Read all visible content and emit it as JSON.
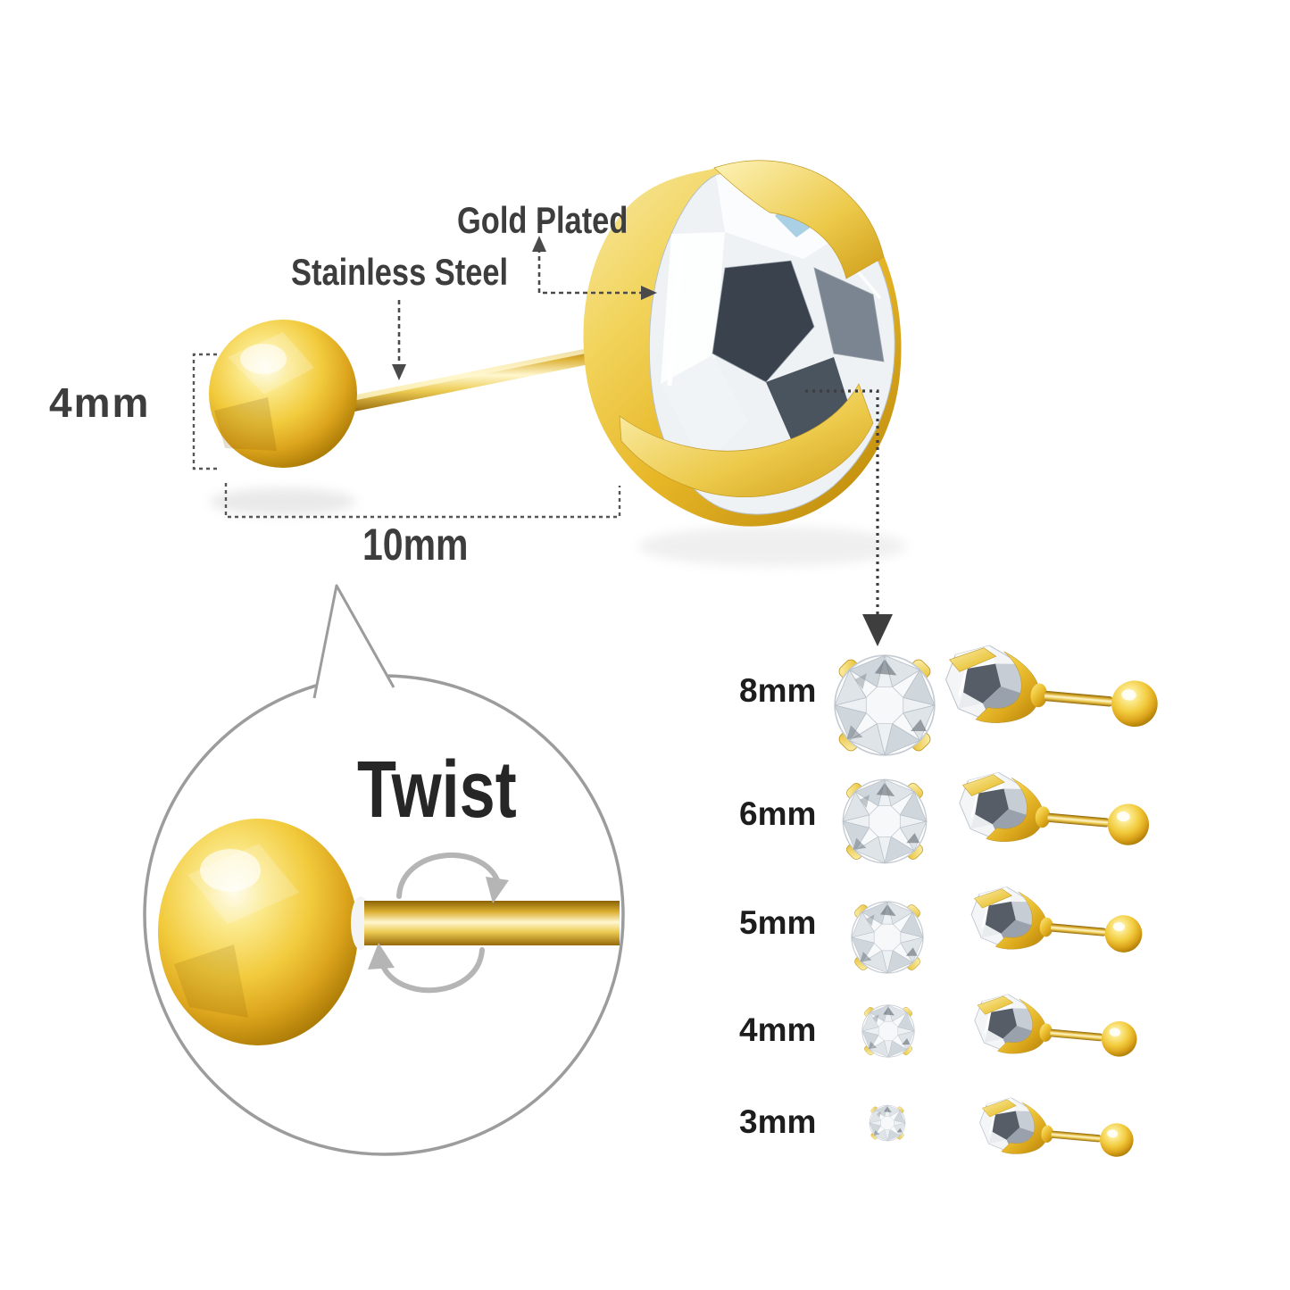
{
  "annotations": {
    "gold_plated": "Gold Plated",
    "stainless_steel": "Stainless Steel",
    "ball_diameter": "4mm",
    "post_length": "10mm",
    "twist": "Twist"
  },
  "size_chart": {
    "rows": [
      {
        "label": "8mm"
      },
      {
        "label": "6mm"
      },
      {
        "label": "5mm"
      },
      {
        "label": "4mm"
      },
      {
        "label": "3mm"
      }
    ]
  },
  "colors": {
    "background": "#ffffff",
    "gold_highlight": "#fff7cf",
    "gold_light": "#f9e78e",
    "gold_mid": "#edc53a",
    "gold_dark": "#b07d08",
    "gem_light": "#eef2f5",
    "gem_dark": "#39424d",
    "annotation_text": "#3d3d3d",
    "size_label_text": "#1d1d1d",
    "annotation_line": "#4a4a4a",
    "bubble_stroke": "#9c9c9c",
    "rotate_arrow": "#b5b5b5"
  }
}
